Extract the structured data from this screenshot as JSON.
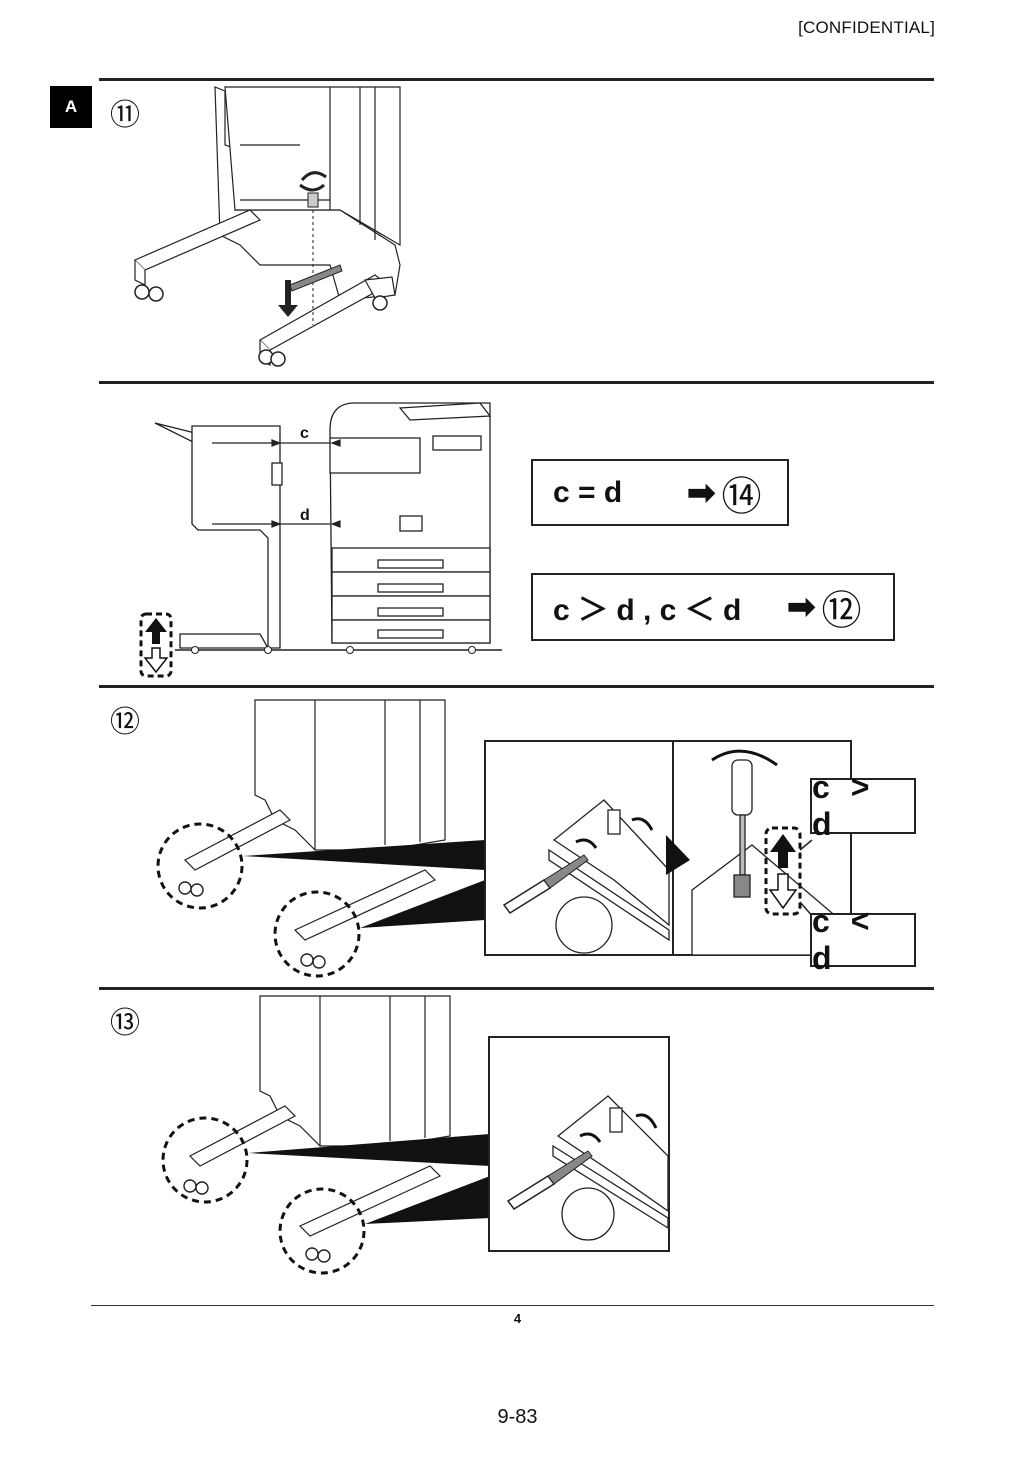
{
  "header": {
    "confidential": "[CONFIDENTIAL]",
    "section_tab": "A"
  },
  "steps": {
    "s11": "⑪",
    "s12": "⑫",
    "s13": "⑬"
  },
  "diagram_labels": {
    "c": "c",
    "d": "d"
  },
  "formulas": {
    "equal": {
      "text": "c = d",
      "arrow": "➡",
      "target": "⑭"
    },
    "unequal": {
      "text": "c ＞ d , c ＜ d",
      "arrow": "➡",
      "target": "⑫"
    }
  },
  "callouts": {
    "greater": "c > d",
    "less": "c < d"
  },
  "footer": {
    "sub_page": "4",
    "page_number": "9-83"
  },
  "colors": {
    "line": "#222222",
    "fill_dark": "#111111"
  }
}
